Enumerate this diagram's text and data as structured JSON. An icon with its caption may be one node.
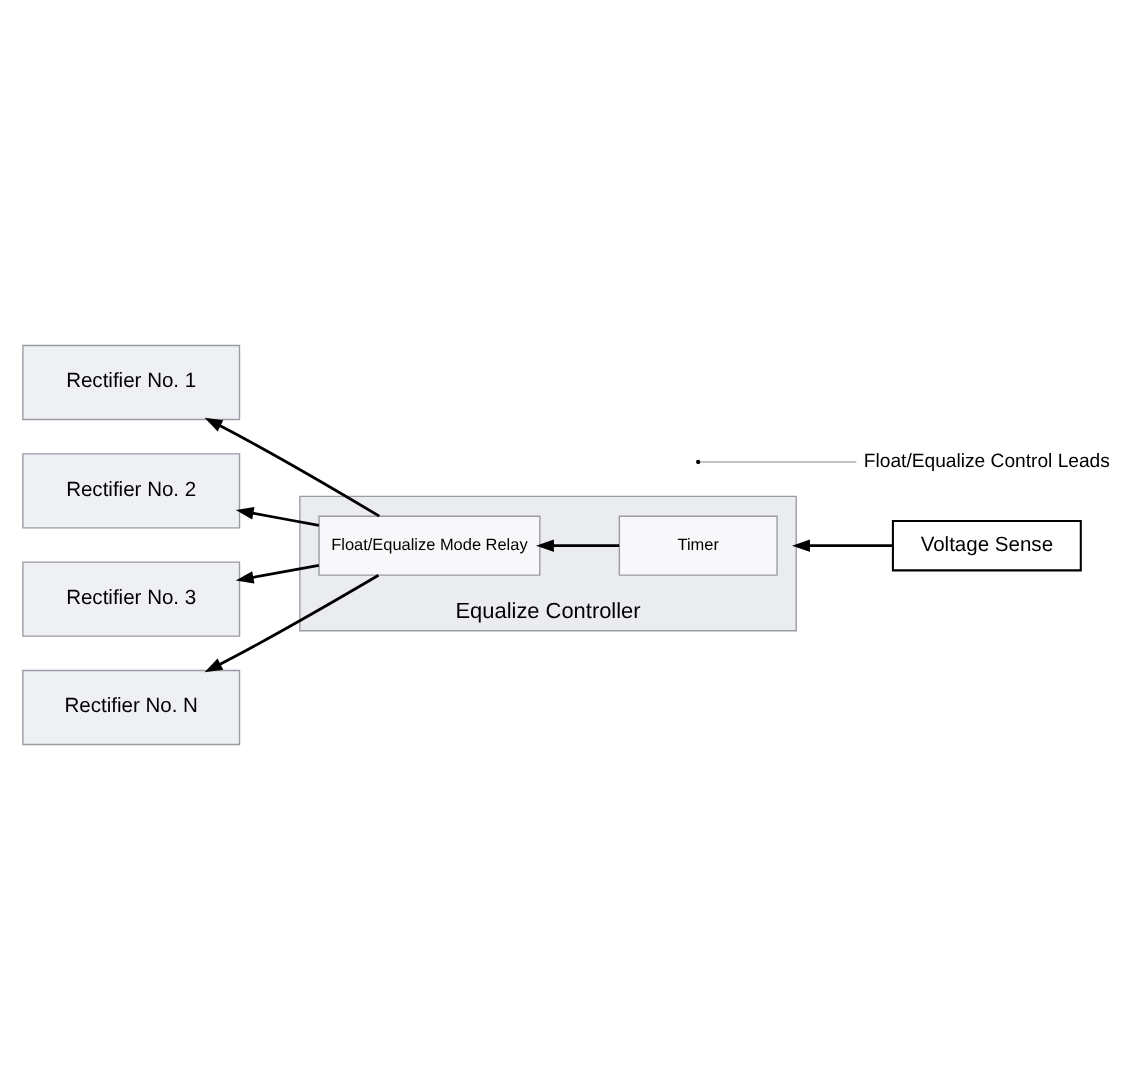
{
  "diagram": {
    "nodes": [
      {
        "text": [
          "Rectifier No. 1"
        ]
      },
      {
        "text": [
          "Rectifier No. 2"
        ]
      },
      {
        "text": [
          "Rectifier No. 3"
        ]
      },
      {
        "text": [
          "Rectifier No. N"
        ]
      },
      {
        "text": [
          "Equalize Controller"
        ]
      },
      {
        "text": [
          "Float/Equalize Mode Relay"
        ],
        "in": 4
      },
      {
        "text": [
          "Timer"
        ],
        "in": 4
      },
      {
        "text": [
          "Voltage Sense"
        ]
      },
      {
        "text": [
          "Float/Equalize Control Leads"
        ]
      }
    ],
    "edges": [
      {
        "from": 5,
        "to": 0,
        "arrow": "to"
      },
      {
        "from": 5,
        "to": 1,
        "arrow": "to"
      },
      {
        "from": 5,
        "to": 2,
        "arrow": "to"
      },
      {
        "from": 5,
        "to": 3,
        "arrow": "to"
      },
      {
        "from": 6,
        "to": 5,
        "arrow": "to"
      },
      {
        "from": 7,
        "to": 4,
        "arrow": "to"
      },
      {
        "from": 8,
        "to": null,
        "arrow": "none",
        "color": "#888888"
      }
    ]
  }
}
